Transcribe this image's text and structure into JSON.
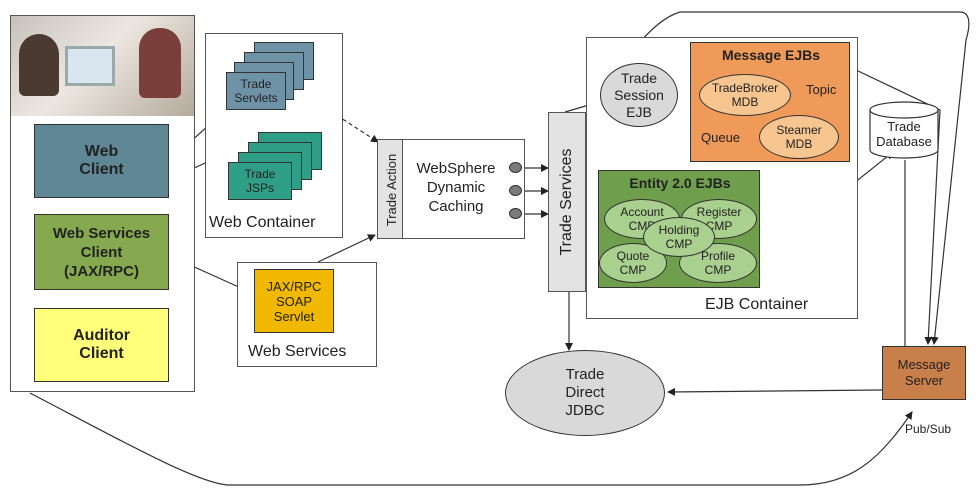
{
  "clients": {
    "web": "Web\nClient",
    "webservices": "Web Services\nClient\n(JAX/RPC)",
    "auditor": "Auditor\nClient"
  },
  "web_container": {
    "label": "Web Container",
    "servlets": "Trade\nServlets",
    "jsps": "Trade\nJSPs"
  },
  "web_services": {
    "label": "Web Services",
    "servlet": "JAX/RPC\nSOAP\nServlet"
  },
  "trade_action": "Trade Action",
  "caching": "WebSphere\nDynamic\nCaching",
  "trade_services": "Trade Services",
  "session_ejb": "Trade\nSession\nEJB",
  "message_ejbs": {
    "title": "Message EJBs",
    "tradebroker": "TradeBroker\nMDB",
    "topic": "Topic",
    "queue": "Queue",
    "streamer": "Steamer\nMDB"
  },
  "entity_ejbs": {
    "title": "Entity 2.0 EJBs",
    "account": "Account\nCMP",
    "register": "Register\nCMP",
    "holding": "Holding\nCMP",
    "quote": "Quote\nCMP",
    "profile": "Profile\nCMP"
  },
  "ejb_container": "EJB Container",
  "trade_database": "Trade\nDatabase",
  "trade_direct": "Trade\nDirect\nJDBC",
  "message_server": "Message\nServer",
  "pubsub": "Pub/Sub",
  "colors": {
    "web_client": "#5f8795",
    "ws_client": "#86a84f",
    "auditor": "#ffff7a",
    "servlets": "#6f93a6",
    "jsps": "#2f9e86",
    "soap": "#f0b800",
    "message_ejbs": "#f09a5a",
    "entity_ejbs": "#6f9f4c",
    "message_server": "#c97f4a"
  }
}
